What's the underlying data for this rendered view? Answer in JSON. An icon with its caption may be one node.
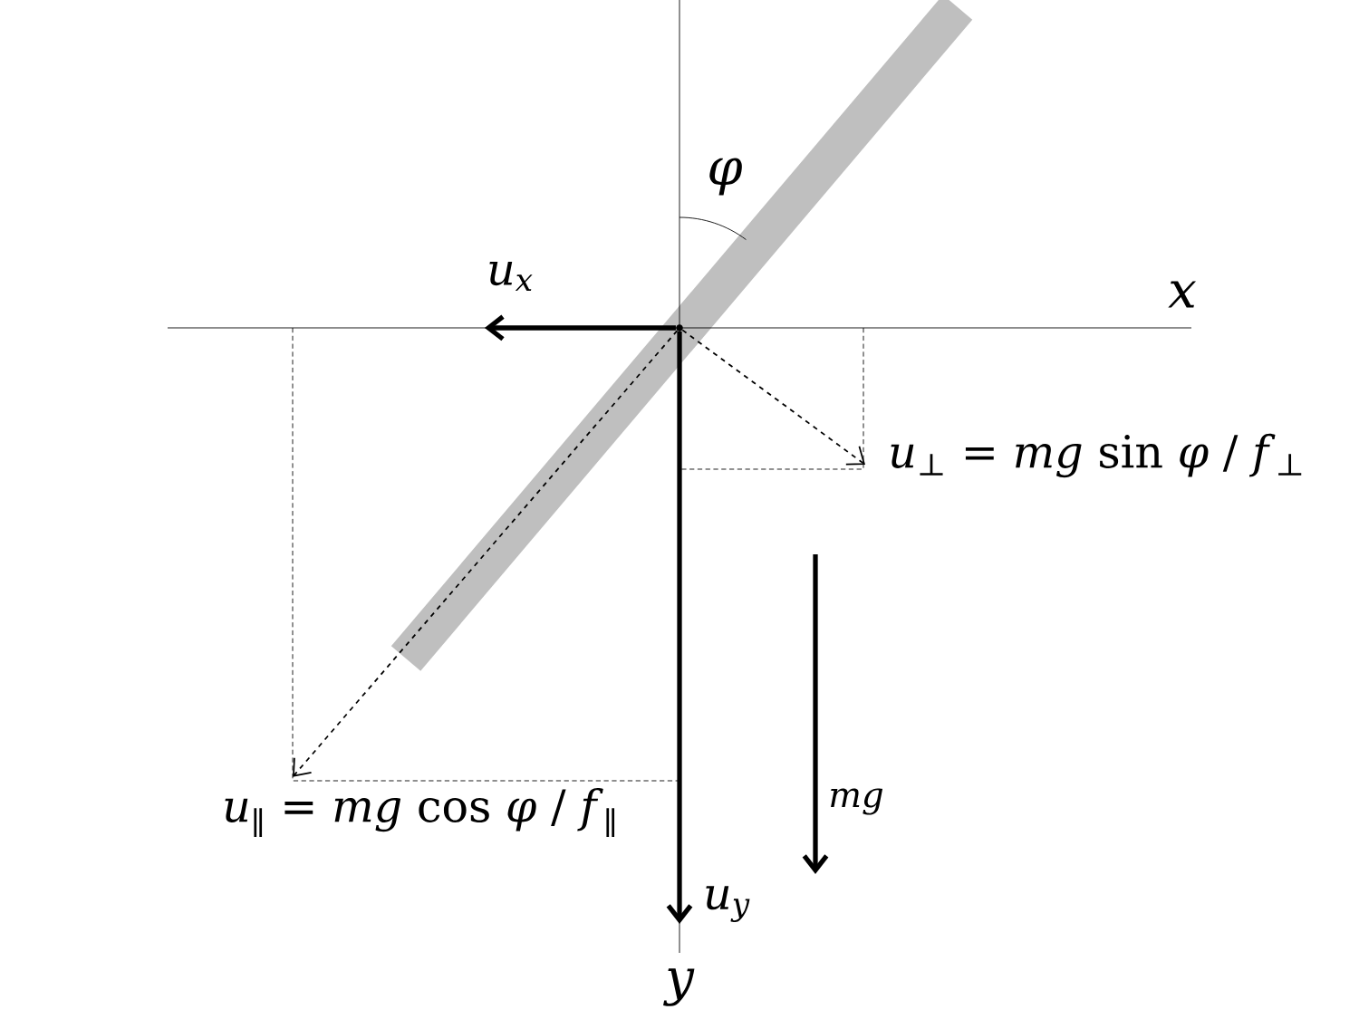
{
  "diagram": {
    "nodes": [
      {
        "text": [],
        "shape": "circle"
      },
      {
        "text": [
          "u$_{x}$"
        ]
      },
      {
        "text": [
          "*u*$_{⊥}$ = *mg* sin *φ* / *f*$_{⊥}$"
        ]
      },
      {
        "text": [
          "*u*$_{∥}$ = *mg* cos *φ* / *f*$_{∥}$"
        ]
      },
      {
        "text": [
          "u$_{y}$"
        ]
      }
    ],
    "edges": [
      {
        "from": 0,
        "to": 1,
        "arrow": "to",
        "style": "thick"
      },
      {
        "from": 0,
        "to": 4,
        "arrow": "to",
        "style": "thick"
      },
      {
        "from": 0,
        "to": 2,
        "arrow": "to",
        "style": "dashed"
      },
      {
        "from": 0,
        "to": 3,
        "arrow": "to",
        "style": "dashed"
      }
    ],
    "labels": [
      "φ",
      "x",
      "mg",
      "y"
    ]
  }
}
